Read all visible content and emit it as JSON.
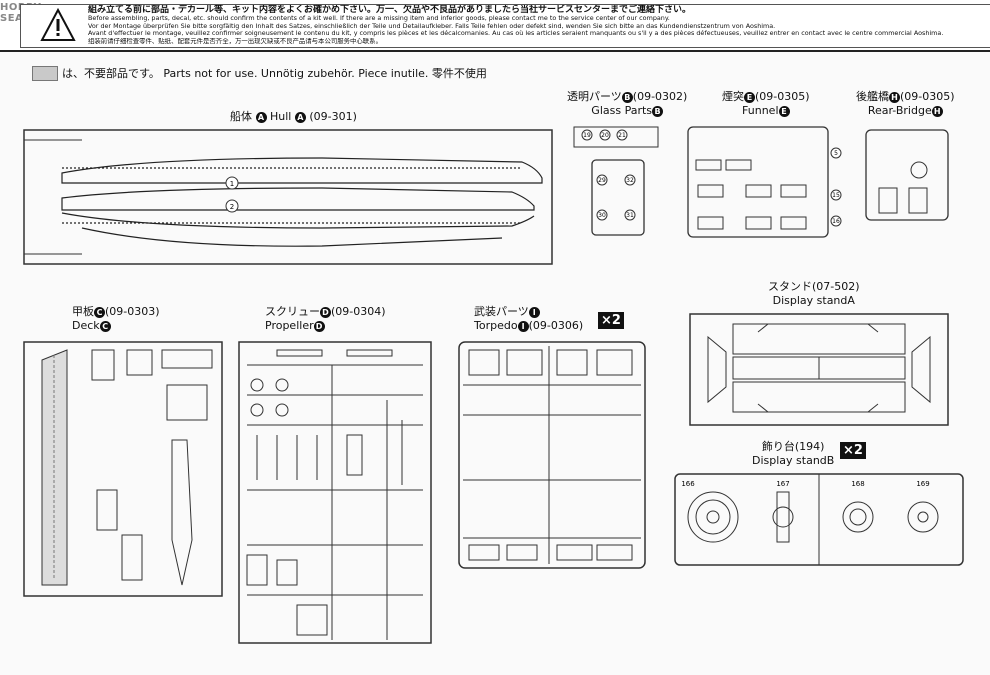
{
  "header": {
    "logo": "HOBBY SEARCH",
    "lines": [
      "組み立てる前に部品・デカール等、キット内容をよくお確かめ下さい。万一、欠品や不良品がありましたら当社サービスセンターまでご連絡下さい。",
      "Before assembling, parts, decal, etc. should confirm the contents of a kit well. If there are a missing item and inferior goods, please contact me to the service center of our company.",
      "Vor der Montage überprüfen Sie bitte sorgfältig den Inhalt des Satzes, einschließlich der Teile und Detailaufkleber. Falls Teile fehlen oder defekt sind, wenden Sie sich bitte an das Kundendienstzentrum von Aoshima.",
      "Avant d'effectuer le montage, veuillez confirmer soigneusement le contenu du kit, y compris les pièces et les décalcomanies. Au cas où les articles seraient manquants ou s'il y a des pièces défectueuses, veuillez entrer en contact avec le centre commercial Aoshima.",
      "组装前请仔细检查零件、贴纸、配套元件是否齐全，万一出现欠缺或不良产品请与本公司服务中心联系。"
    ]
  },
  "not_use_note": "は、不要部品です。 Parts not for use.  Unnötig zubehör.  Piece inutile.  零件不使用",
  "sprues": {
    "hull": {
      "ja": "船体",
      "letter": "A",
      "en": "Hull",
      "code": "(09-301)"
    },
    "glass": {
      "ja": "透明パーツ",
      "letter": "B",
      "en": "Glass Parts",
      "code": "(09-0302)"
    },
    "funnel": {
      "ja": "煙突",
      "letter": "E",
      "en": "Funnel",
      "code": "(09-0305)"
    },
    "rear_bridge": {
      "ja": "後艦橋",
      "letter": "H",
      "en": "Rear-Bridge",
      "code": "(09-0305)"
    },
    "deck": {
      "ja": "甲板",
      "letter": "C",
      "en": "Deck",
      "code": "(09-0303)"
    },
    "propeller": {
      "ja": "スクリュー",
      "letter": "D",
      "en": "Propeller",
      "code": "(09-0304)"
    },
    "torpedo": {
      "ja": "武装パーツ",
      "letter": "I",
      "en": "Torpedo",
      "code": "(09-0306)",
      "multiplier": "×2"
    },
    "stand_a": {
      "ja": "スタンド",
      "en": "Display standA",
      "code": "(07-502)"
    },
    "stand_b": {
      "ja": "飾り台",
      "en": "Display standB",
      "code": "(194)",
      "multiplier": "×2"
    }
  },
  "stand_b_parts": [
    "166",
    "167",
    "168",
    "169"
  ]
}
